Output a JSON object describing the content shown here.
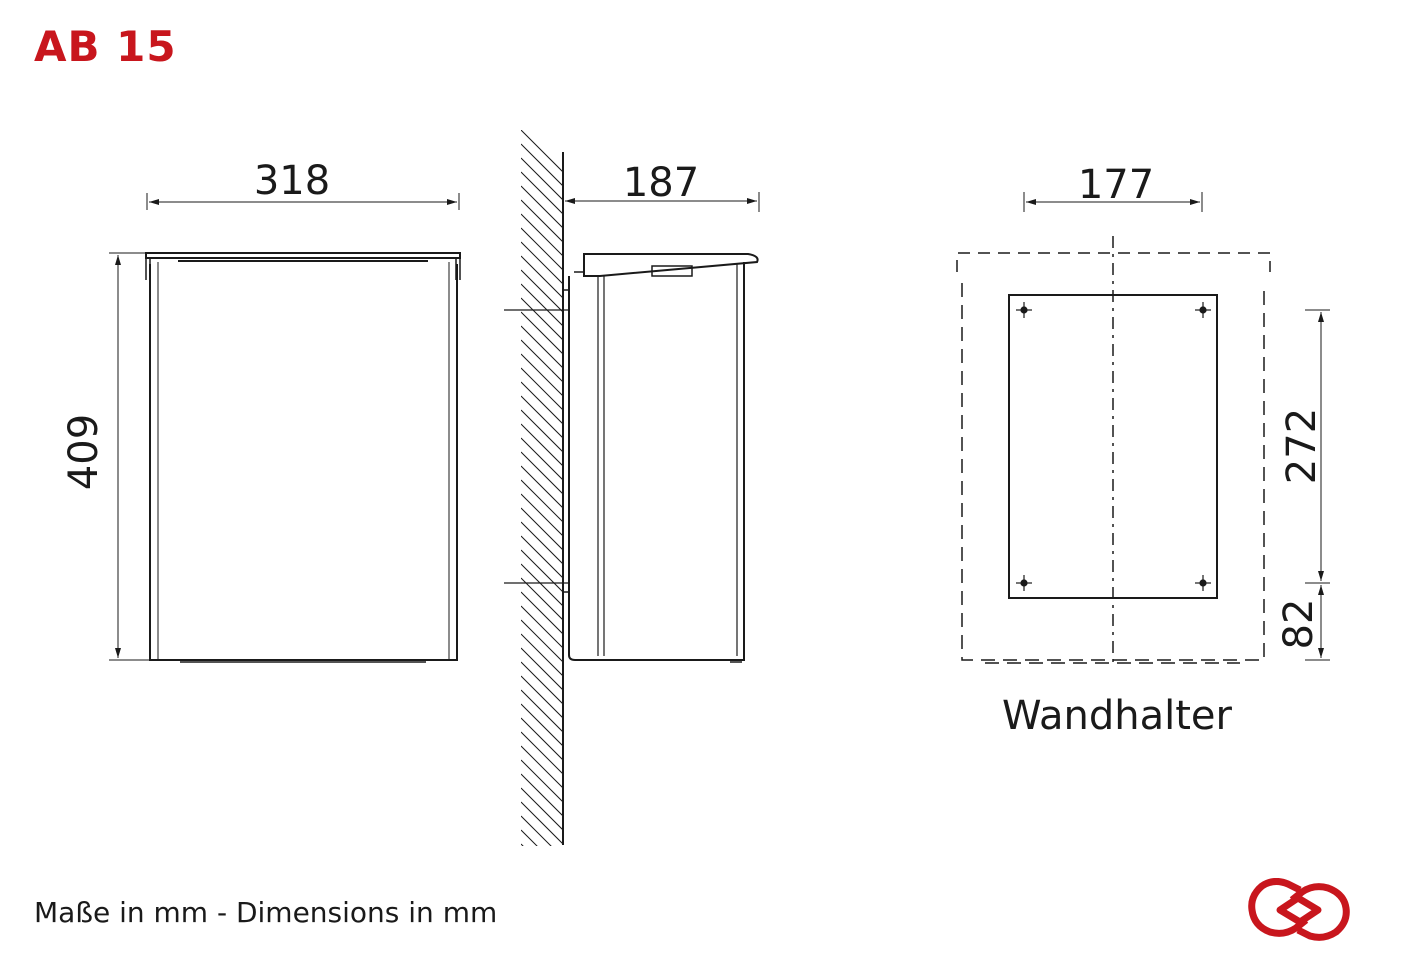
{
  "title": "AB 15",
  "footer": "Maße in mm - Dimensions in mm",
  "front_view": {
    "width_dim": "318",
    "height_dim": "409"
  },
  "side_view": {
    "depth_dim": "187"
  },
  "wall_holder": {
    "width_dim": "177",
    "height_dim": "272",
    "offset_dim": "82",
    "label": "Wandhalter"
  },
  "colors": {
    "brand_red": "#c8161d",
    "line": "#1a1a1a"
  },
  "icons": {
    "logo": "brand-logo-icon"
  }
}
